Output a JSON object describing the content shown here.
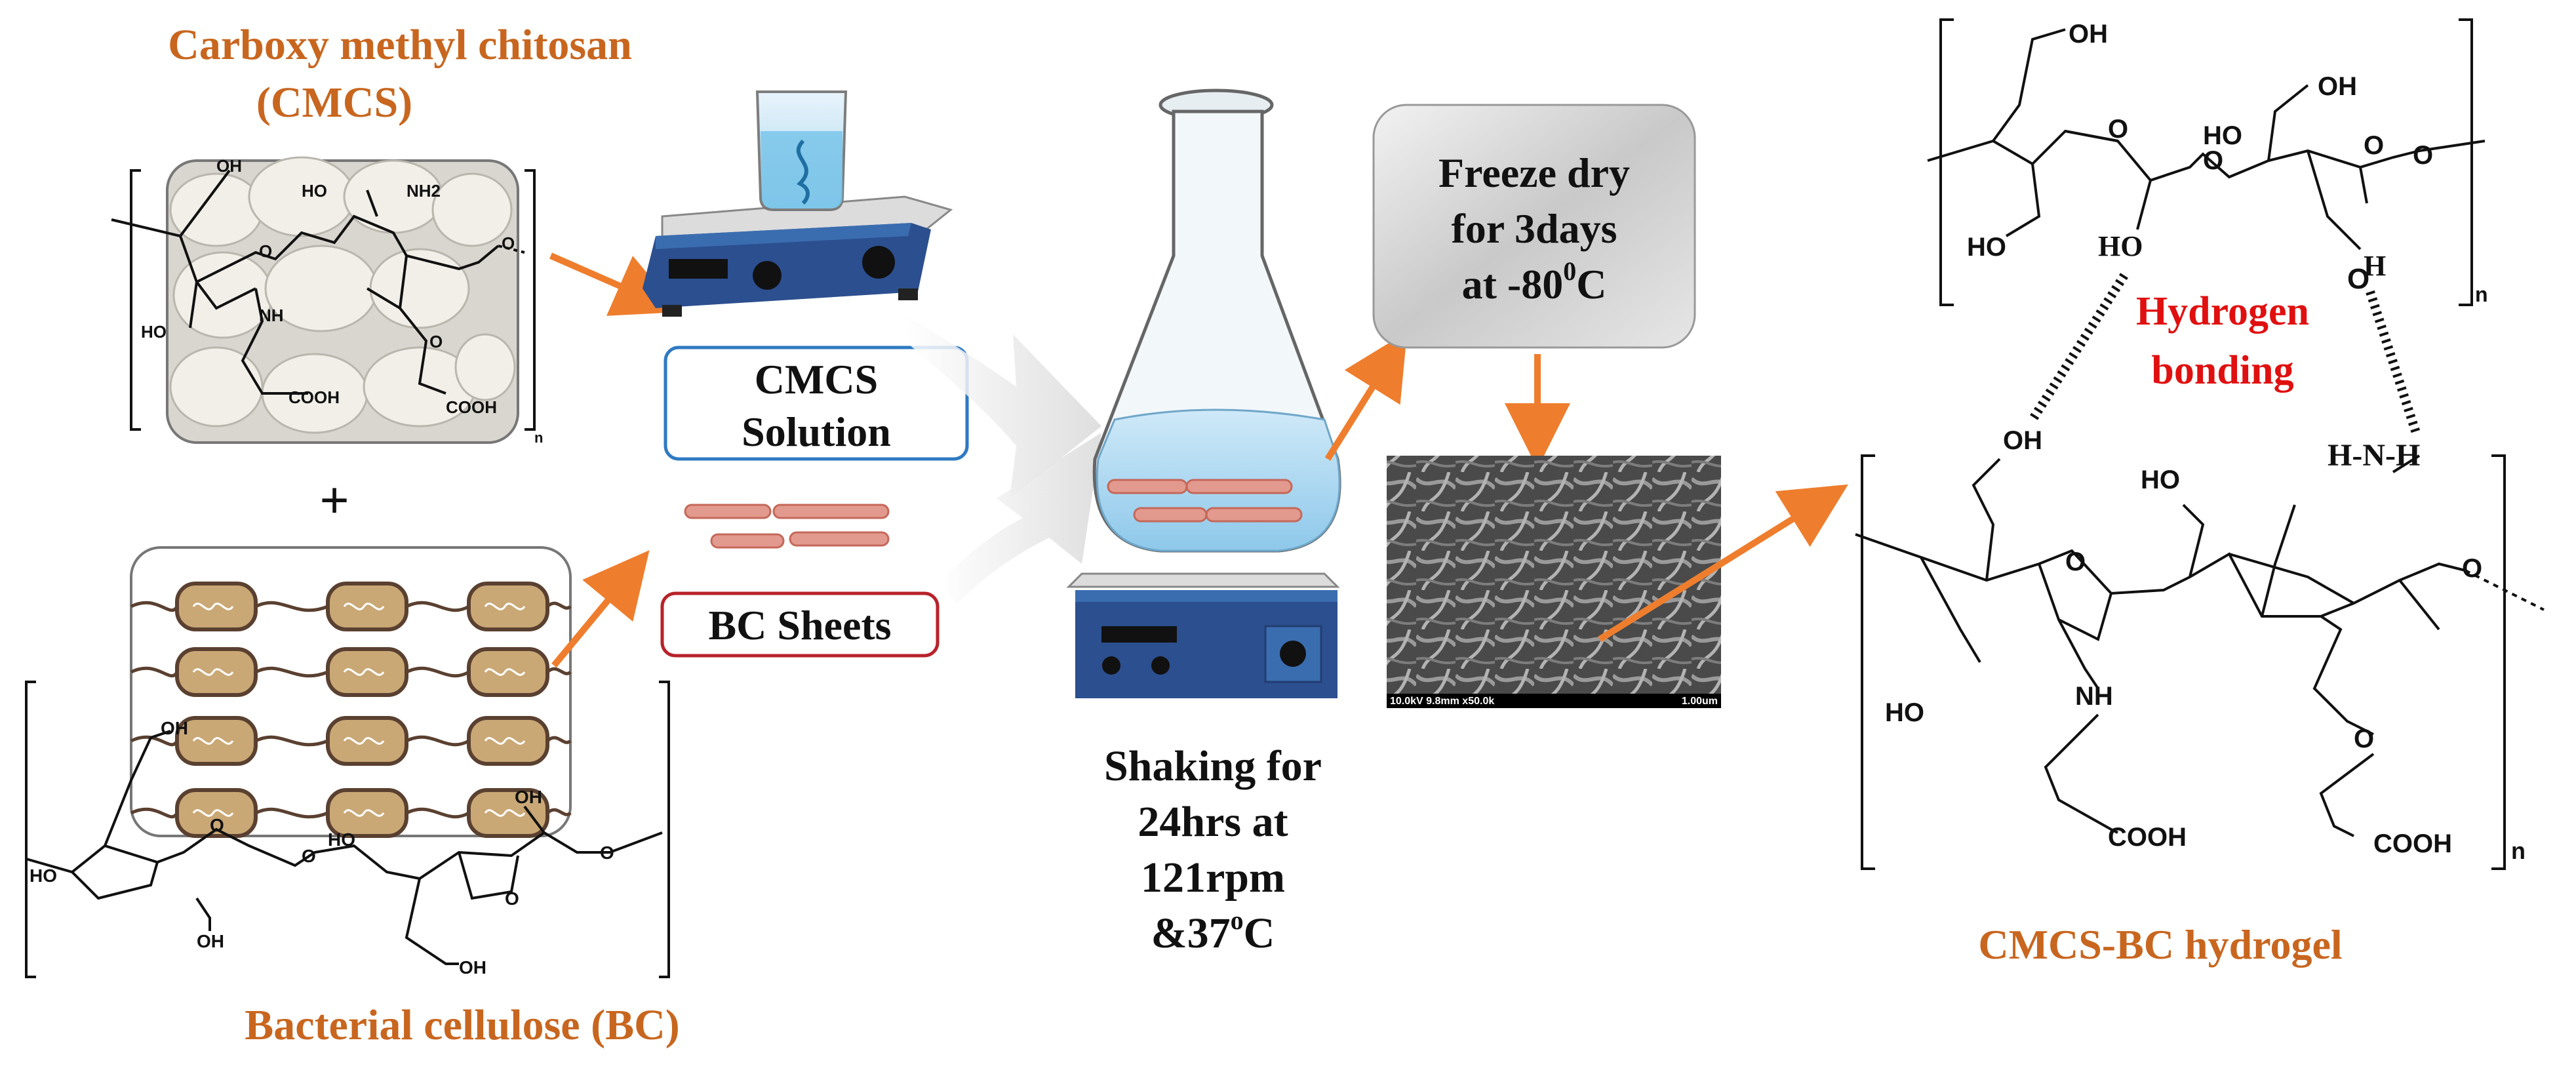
{
  "colors": {
    "orange_text": "#c8661f",
    "arrow_orange": "#ee7e2d",
    "hydrogen_red": "#e01010",
    "blue_box": "#2f7ac2",
    "red_box": "#b8222a",
    "bond_black": "#111111",
    "equipment_blue": "#2c4f8f"
  },
  "left": {
    "cmcs_title_line1": "Carboxy methyl chitosan",
    "cmcs_title_line2": "(CMCS)",
    "bc_title": "Bacterial cellulose (BC)",
    "plus_symbol": "+",
    "cmcs_structure": {
      "labels": [
        "OH",
        "HO",
        "NH2",
        "O",
        "NH",
        "HO",
        "COOH",
        "O",
        "COOH",
        "n"
      ]
    },
    "bc_structure": {
      "labels": [
        "OH",
        "OH",
        "HO",
        "O",
        "O",
        "HO",
        "O",
        "O",
        "OH",
        "OH"
      ]
    }
  },
  "middle": {
    "cmcs_solution_line1": "CMCS",
    "cmcs_solution_line2": "Solution",
    "bc_sheets": "BC Sheets",
    "shaking_lines": [
      "Shaking for",
      "24hrs at",
      "121rpm",
      "&37",
      "C"
    ],
    "shaking_superscript": "o"
  },
  "freeze": {
    "line1": "Freeze dry",
    "line2": "for 3days",
    "line3_prefix": "at -80",
    "line3_sup": "0",
    "line3_suffix": "C"
  },
  "sem": {
    "caption_left": "10.0kV 9.8mm x50.0k",
    "caption_right": "1.00um"
  },
  "right": {
    "hydrogen_line1": "Hydrogen",
    "hydrogen_line2": "bonding",
    "product_label": "CMCS-BC hydrogel",
    "top_structure_labels": [
      "OH",
      "OH",
      "O",
      "HO",
      "O",
      "O",
      "O",
      "HO",
      "HO",
      "H",
      "O",
      "n"
    ],
    "bottom_structure_labels": [
      "OH",
      "H-N-H",
      "HO",
      "O",
      "O",
      "HO",
      "NH",
      "O",
      "COOH",
      "COOH",
      "n"
    ]
  }
}
